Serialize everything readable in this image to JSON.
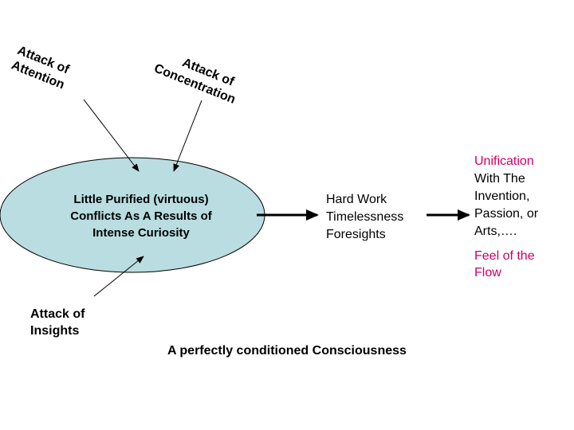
{
  "diagram": {
    "ellipse_fill": "#b9dde1",
    "accent_color": "#cc0066",
    "attack_attention": [
      "Attack of",
      "Attention"
    ],
    "attack_concentration": [
      "Attack of",
      "Concentration"
    ],
    "center_lines": [
      "Little Purified (virtuous)",
      "Conflicts As A Results of",
      "Intense Curiosity"
    ],
    "middle_lines": [
      "Hard Work",
      "Timelessness",
      "Foresights"
    ],
    "unification_first": "Unification",
    "unification_rest": [
      "With The",
      "Invention,",
      "Passion, or",
      "Arts,…."
    ],
    "flow_lines": [
      "Feel of the",
      "Flow"
    ],
    "attack_insights": [
      "Attack of",
      "Insights"
    ],
    "caption": "A perfectly conditioned Consciousness"
  }
}
